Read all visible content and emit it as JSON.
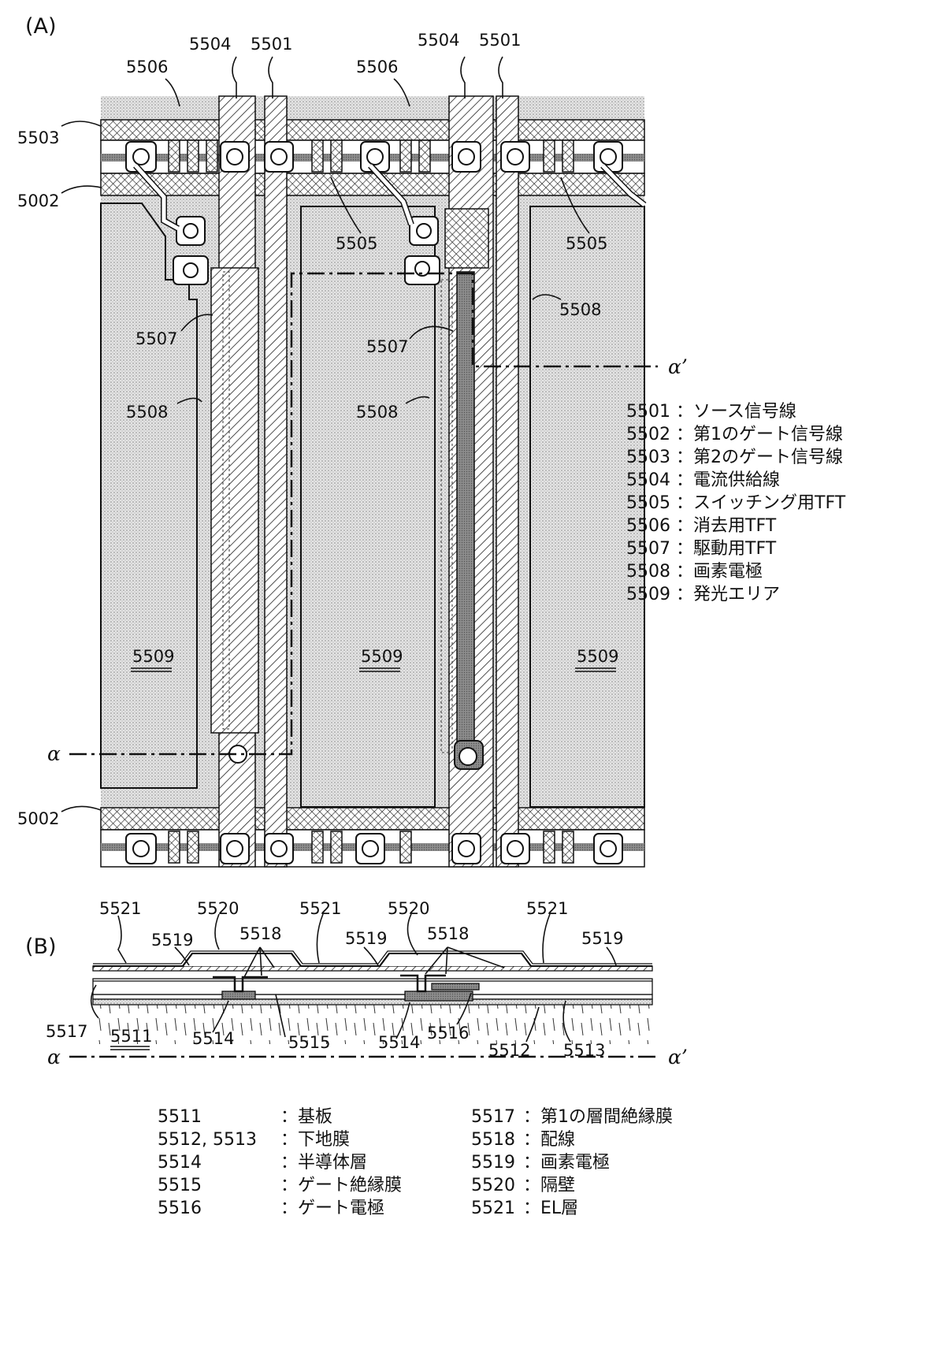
{
  "panel_a": {
    "label": "(A)",
    "callouts": {
      "c5504a": "5504",
      "c5501a": "5501",
      "c5504b": "5504",
      "c5501b": "5501",
      "c5506a": "5506",
      "c5506b": "5506",
      "c5503": "5503",
      "c5002a": "5002",
      "c5002b": "5002",
      "c5505a": "5505",
      "c5505b": "5505",
      "c5507a": "5507",
      "c5507b": "5507",
      "c5508a": "5508",
      "c5508b": "5508",
      "c5508c": "5508",
      "c5509a": "5509",
      "c5509b": "5509",
      "c5509c": "5509"
    },
    "alpha": "α",
    "alpha_prime": "α’",
    "legend": [
      {
        "num": "5501",
        "text": "：ソース信号線"
      },
      {
        "num": "5502",
        "text": "：第1のゲート信号線"
      },
      {
        "num": "5503",
        "text": "：第2のゲート信号線"
      },
      {
        "num": "5504",
        "text": "：電流供給線"
      },
      {
        "num": "5505",
        "text": "：スイッチング用TFT"
      },
      {
        "num": "5506",
        "text": "：消去用TFT"
      },
      {
        "num": "5507",
        "text": "：駆動用TFT"
      },
      {
        "num": "5508",
        "text": "：画素電極"
      },
      {
        "num": "5509",
        "text": "：発光エリア"
      }
    ]
  },
  "panel_b": {
    "label": "(B)",
    "callouts": {
      "b5521a": "5521",
      "b5520a": "5520",
      "b5521b": "5521",
      "b5520b": "5520",
      "b5521c": "5521",
      "b5519a": "5519",
      "b5518a": "5518",
      "b5519b": "5519",
      "b5518b": "5518",
      "b5519c": "5519",
      "b5517": "5517",
      "b5511": "5511",
      "b5514a": "5514",
      "b5515": "5515",
      "b5514b": "5514",
      "b5516": "5516",
      "b5512": "5512",
      "b5513": "5513"
    },
    "alpha": "α",
    "alpha_prime": "α’",
    "legend_left": [
      {
        "num": "5511",
        "text": "：基板"
      },
      {
        "num": "5512, 5513",
        "text": "：下地膜"
      },
      {
        "num": "5514",
        "text": "：半導体層"
      },
      {
        "num": "5515",
        "text": "：ゲート絶縁膜"
      },
      {
        "num": "5516",
        "text": "：ゲート電極"
      }
    ],
    "legend_right": [
      {
        "num": "5517",
        "text": "：第1の層間絶縁膜"
      },
      {
        "num": "5518",
        "text": "：配線"
      },
      {
        "num": "5519",
        "text": "：画素電極"
      },
      {
        "num": "5520",
        "text": "：隔壁"
      },
      {
        "num": "5521",
        "text": "：EL層"
      }
    ]
  }
}
